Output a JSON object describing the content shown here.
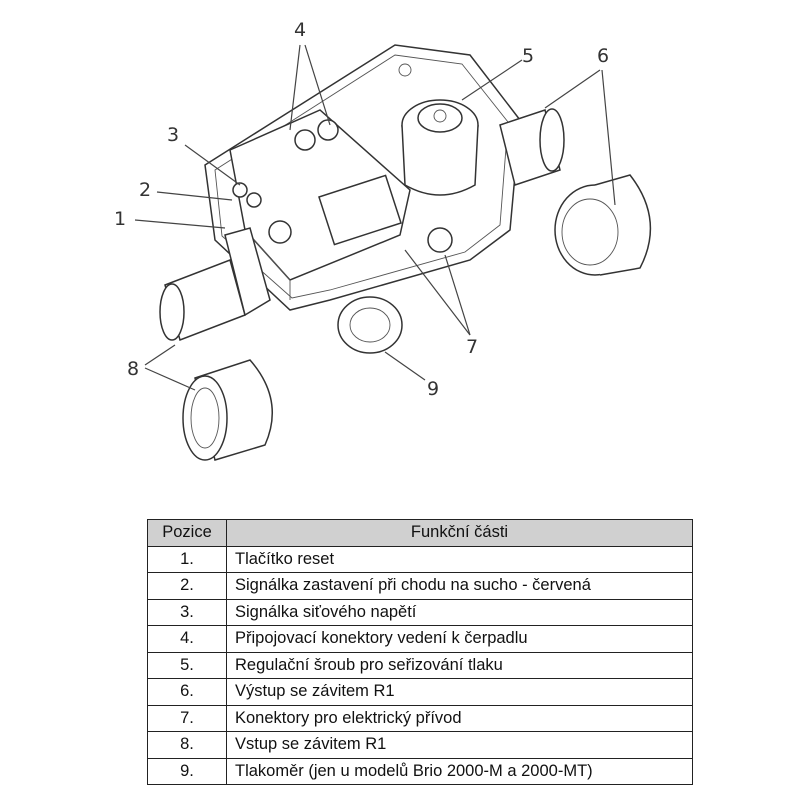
{
  "diagram": {
    "callouts": [
      "1",
      "2",
      "3",
      "4",
      "5",
      "6",
      "7",
      "8",
      "9"
    ]
  },
  "table": {
    "headers": [
      "Pozice",
      "Funkční části"
    ],
    "rows": [
      {
        "pos": "1.",
        "desc": "Tlačítko reset"
      },
      {
        "pos": "2.",
        "desc": "Signálka zastavení při chodu na sucho - červená"
      },
      {
        "pos": "3.",
        "desc": "Signálka siťového napětí"
      },
      {
        "pos": "4.",
        "desc": "Připojovací konektory vedení k čerpadlu"
      },
      {
        "pos": "5.",
        "desc": "Regulační šroub pro seřizování tlaku"
      },
      {
        "pos": "6.",
        "desc": "Výstup se závitem R1"
      },
      {
        "pos": "7.",
        "desc": "Konektory pro elektrický přívod"
      },
      {
        "pos": "8.",
        "desc": "Vstup se závitem R1"
      },
      {
        "pos": "9.",
        "desc": "Tlakoměr (jen u modelů Brio 2000-M a 2000-MT)"
      }
    ]
  }
}
